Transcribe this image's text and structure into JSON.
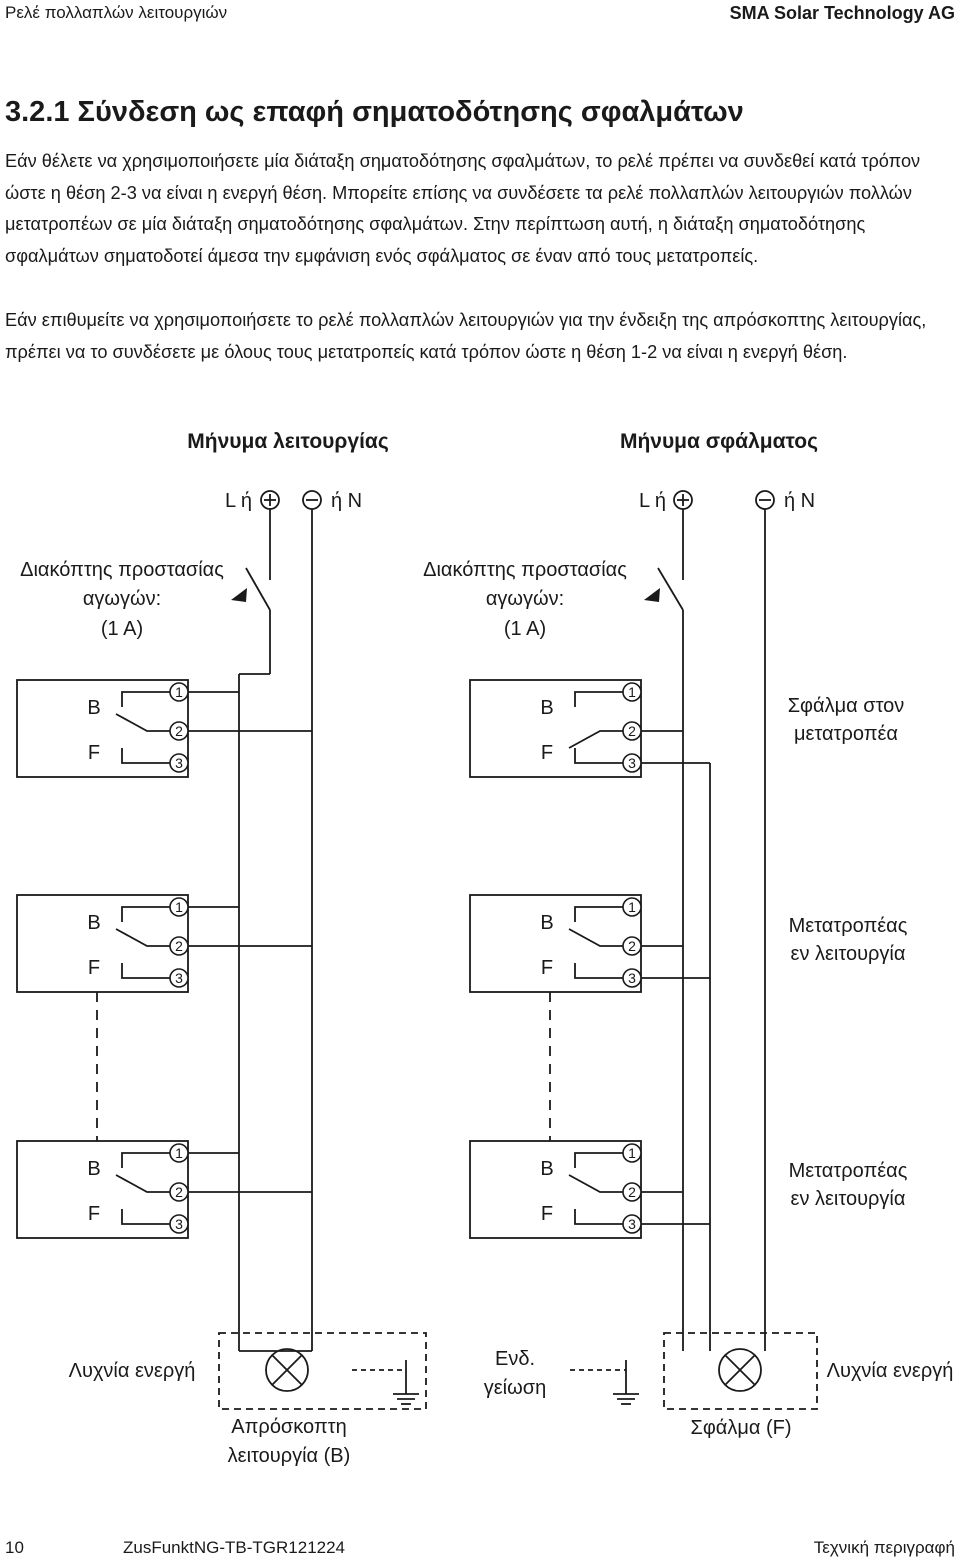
{
  "header": {
    "left": "Ρελέ πολλαπλών λειτουργιών",
    "right": "SMA Solar Technology AG"
  },
  "section": {
    "title": "3.2.1 Σύνδεση ως επαφή σηματοδότησης σφαλμάτων"
  },
  "paragraphs": [
    "Εάν θέλετε να χρησιμοποιήσετε μία διάταξη σηματοδότησης σφαλμάτων, το ρελέ πρέπει να συνδεθεί κατά τρόπον ώστε η θέση 2-3 να είναι η ενεργή θέση. Μπορείτε επίσης να συνδέσετε τα ρελέ πολλαπλών λειτουργιών πολλών μετατροπέων σε μία διάταξη σηματοδότησης σφαλμάτων. Στην περίπτωση αυτή, η διάταξη σηματοδότησης σφαλμάτων σηματοδοτεί άμεσα την εμφάνιση ενός σφάλματος σε έναν από τους μετατροπείς.",
    "Εάν επιθυμείτε να χρησιμοποιήσετε το ρελέ πολλαπλών λειτουργιών για την ένδειξη της απρόσκοπτης λειτουργίας, πρέπει να το συνδέσετε με όλους τους μετατροπείς κατά τρόπον ώστε η θέση 1-2 να είναι η ενεργή θέση."
  ],
  "diagram": {
    "left_title": "Μήνυμα λειτουργίας",
    "right_title": "Μήνυμα σφάλματος",
    "l_or": "L ή",
    "or_n": "ή N",
    "breaker_lines": [
      "Διακόπτης προστασίας",
      "αγωγών:",
      "(1 A)"
    ],
    "relay_b": "B",
    "relay_f": "F",
    "terminals": [
      "1",
      "2",
      "3"
    ],
    "right_labels": {
      "row1": [
        "Σφάλμα στον",
        "μετατροπέα"
      ],
      "row2": [
        "Μετατροπέας",
        "εν λειτουργία"
      ],
      "row3": [
        "Μετατροπέας",
        "εν λειτουργία"
      ]
    },
    "lamp_on": "Λυχνία ενεργή",
    "ground": [
      "Ενδ.",
      "γείωση"
    ],
    "left_lamp": [
      "Απρόσκοπτη",
      "λειτουργία (B)"
    ],
    "right_lamp": "Σφάλμα (F)"
  },
  "footer": {
    "page": "10",
    "doc_id": "ZusFunktNG-TB-TGR121224",
    "doc_type": "Τεχνική περιγραφή"
  }
}
